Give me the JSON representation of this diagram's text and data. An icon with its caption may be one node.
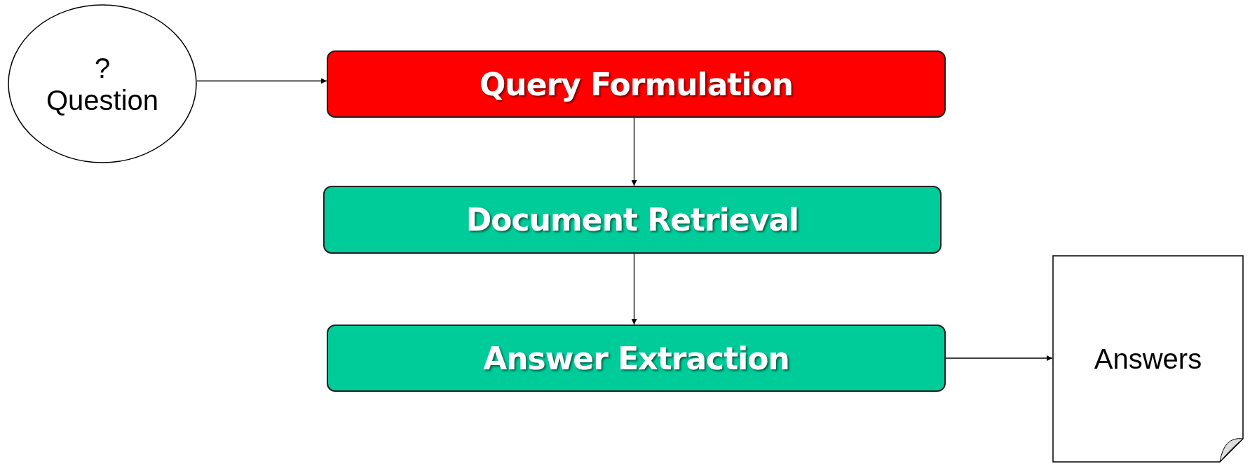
{
  "diagram": {
    "nodes": [
      {
        "text": [
          "?",
          "Question"
        ]
      },
      {
        "text": [
          "Query Formulation"
        ]
      },
      {
        "text": [
          "Document Retrieval"
        ]
      },
      {
        "text": [
          "Answer Extraction"
        ]
      },
      {
        "text": [
          "Answers"
        ]
      }
    ],
    "edges": [
      {
        "from": 0,
        "to": 1,
        "arrow": "to"
      },
      {
        "from": 1,
        "to": 2,
        "arrow": "to"
      },
      {
        "from": 2,
        "to": 3,
        "arrow": "to"
      },
      {
        "from": 3,
        "to": 4,
        "arrow": "to"
      }
    ]
  }
}
